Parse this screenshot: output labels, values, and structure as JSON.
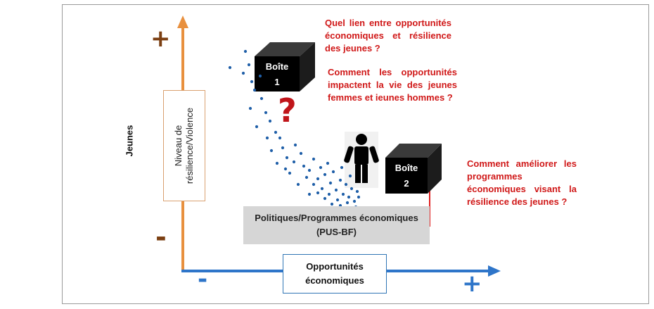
{
  "axes": {
    "y_plus": "+",
    "y_minus": "-",
    "x_minus": "-",
    "x_plus": "+",
    "y_outer_label": "Jeunes",
    "y_box_label": "Niveau de\nrésilience/Violence",
    "x_box_label": "Opportunités\néconomiques"
  },
  "boxes": {
    "box1_label": "Boîte\n1",
    "box2_label": "Boîte\n2"
  },
  "question_mark": "?",
  "policy_label": "Politiques/Programmes économiques\n(PUS-BF)",
  "questions": {
    "q1": "Quel lien entre opportunités économiques et résilience des jeunes ?",
    "q2": "Comment les opportunités impactent la vie des jeunes femmes et ieunes hommes ?",
    "q3": "Comment améliorer les programmes économiques visant la résilience des jeunes ?"
  },
  "colors": {
    "y_axis": "#e8903e",
    "x_axis": "#2e75c9",
    "sign_brown": "#7b3f12",
    "sign_blue": "#2e75c9",
    "question_text": "#d01818",
    "dots": "#1f5fa8",
    "box_face": "#000000",
    "box_top": "#3a3a3a",
    "box_side": "#1c1c1c"
  }
}
